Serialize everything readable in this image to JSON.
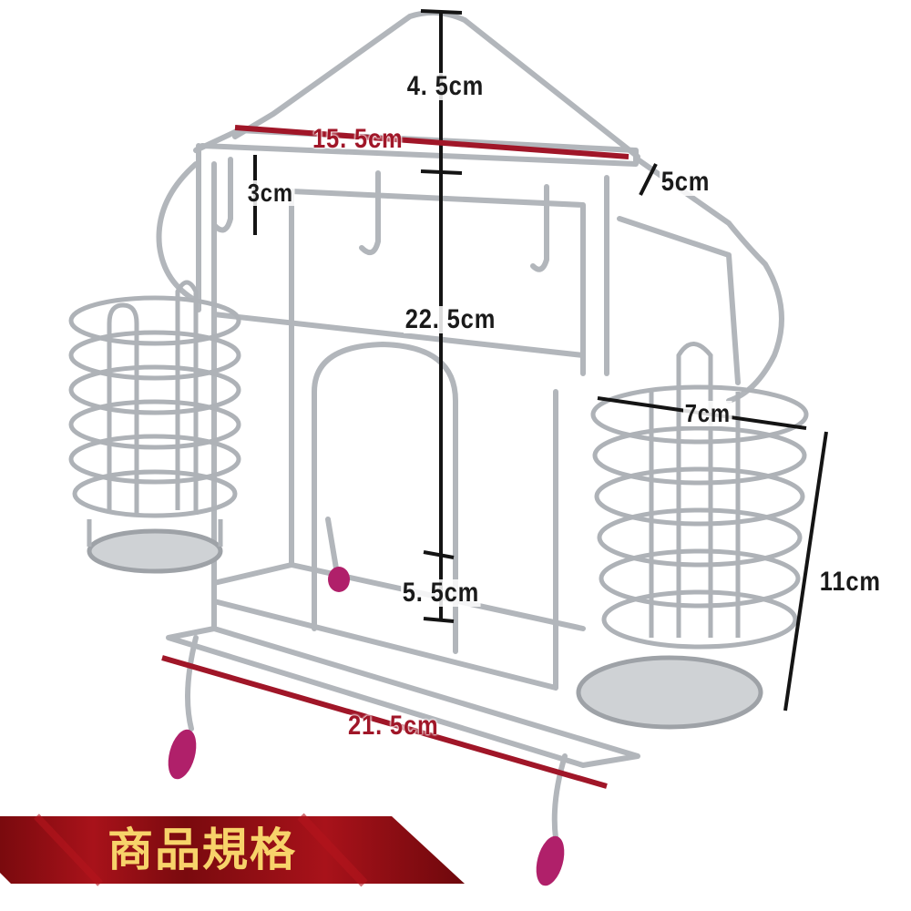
{
  "product": {
    "subject": "stainless steel kitchen utensil and cutting-board rack with two cylindrical utensil holders",
    "colors": {
      "wire": "#b9bcc0",
      "feet": "#b0206a",
      "dimension_red": "#a01628",
      "dimension_black": "#1a1a1a",
      "banner_red": "#8a0b10",
      "banner_text": "#f7d36a"
    }
  },
  "dimensions": {
    "top_peak_height": "4. 5cm",
    "top_width": "15. 5cm",
    "hook_length": "3cm",
    "depth": "5cm",
    "main_height": "22. 5cm",
    "holder_diameter": "7cm",
    "holder_height": "11cm",
    "board_slot_height": "5. 5cm",
    "base_width": "21. 5cm"
  },
  "banner": {
    "title": "商品規格"
  }
}
